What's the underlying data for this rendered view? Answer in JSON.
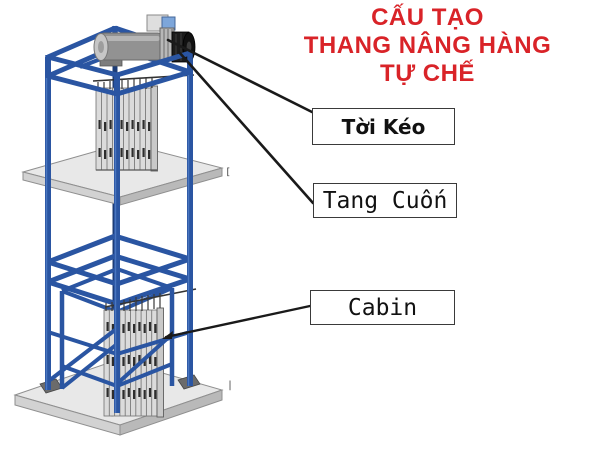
{
  "title": {
    "line1": "CẤU TẠO",
    "line2": "THANG NÂNG HÀNG",
    "line3": "TỰ CHẾ",
    "color": "#d92328"
  },
  "labels": {
    "winch": {
      "text": "Tời Kéo"
    },
    "drum": {
      "text": "Tang Cuốn"
    },
    "cabin": {
      "text": "Cabin"
    }
  },
  "artifacts": {
    "mark_near_platform": "[",
    "mark_near_base": "|"
  },
  "diagram": {
    "subject": "isometric drawing of a homemade cargo lift (hoist tower)",
    "parts": [
      "tower-frame",
      "winch-motor",
      "cable-drum",
      "terminal-box",
      "upper-accordion-gate",
      "lower-accordion-gate",
      "middle-platform",
      "base-slab",
      "cross-bracing"
    ],
    "colors": {
      "frame_blue": "#2a55a2",
      "platform_gray": "#e8e8e8",
      "slat_gray": "#dbdbdb",
      "drum_black": "#1c1c1c",
      "motor_gray": "#929292",
      "terminal_blue": "#7da6da",
      "leader_line": "#1a1a1a"
    }
  }
}
